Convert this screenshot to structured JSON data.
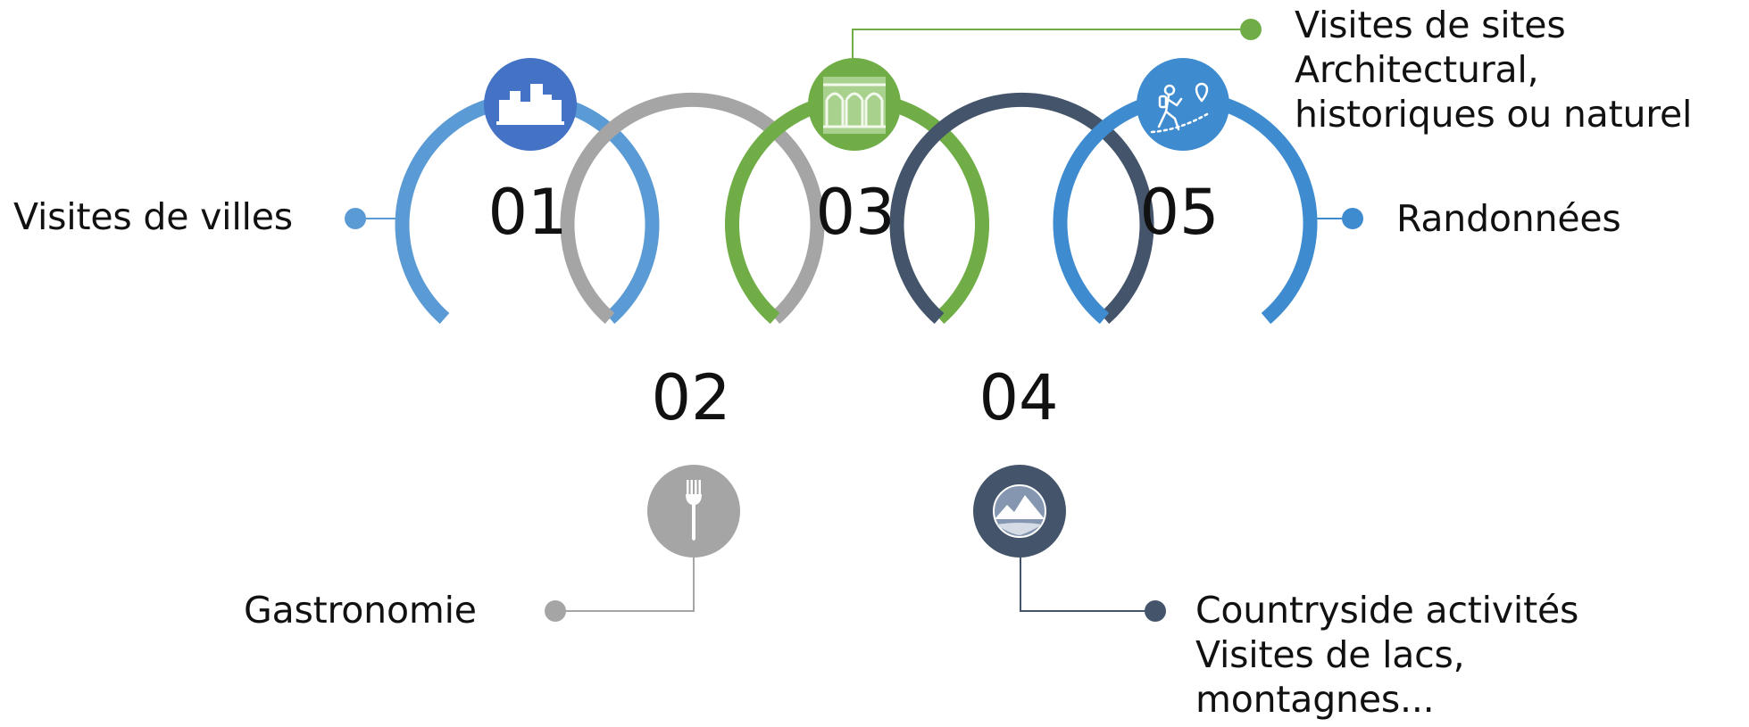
{
  "steps": [
    {
      "number": "01",
      "label": [
        "Visites de villes"
      ],
      "color": "#5b9bd5",
      "icon": "city-skyline-icon"
    },
    {
      "number": "02",
      "label": [
        "Gastronomie"
      ],
      "color": "#a5a5a5",
      "icon": "fork-icon"
    },
    {
      "number": "03",
      "label": [
        "Visites de sites",
        "Architectural,",
        "historiques ou naturel"
      ],
      "color": "#70ad47",
      "icon": "aqueduct-icon"
    },
    {
      "number": "04",
      "label": [
        "Countryside activités",
        "Visites de lacs,",
        "montagnes..."
      ],
      "color": "#44546a",
      "icon": "mountain-lake-icon"
    },
    {
      "number": "05",
      "label": [
        "Randonnées"
      ],
      "color": "#3e8bcf",
      "icon": "hiker-icon"
    }
  ]
}
